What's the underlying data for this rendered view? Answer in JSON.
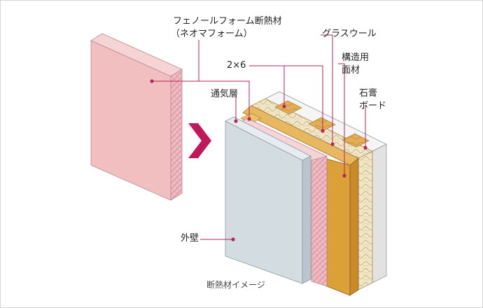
{
  "labels": {
    "phenolic_line1": "フェノールフォーム断熱材",
    "phenolic_line2": "（ネオマフォーム）",
    "glass_wool": "グラスウール",
    "stud": "2×6",
    "structural_line1": "構造用",
    "structural_line2": "面材",
    "ventilation": "通気層",
    "gypsum_line1": "石膏",
    "gypsum_line2": "ボード",
    "exterior": "外壁",
    "caption": "断熱材イメージ"
  },
  "colors": {
    "leader": "#b5265a",
    "arrow": "#c0185a",
    "foam_face": "#f3c2c3",
    "foam_edge": "#e59ea8",
    "exterior_face": "#d3dce1",
    "plywood": "#d99a30",
    "glass_wool": "#efe6c8",
    "gypsum": "#ececec"
  }
}
